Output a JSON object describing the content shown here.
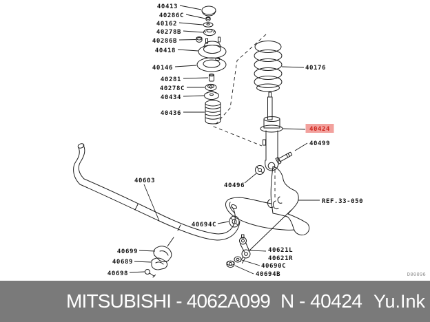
{
  "diagram": {
    "plate_code": "D00096",
    "highlight": {
      "text": "40424",
      "bg": "#f2a19d",
      "color": "#ce241c"
    },
    "ref_note": "REF.33-050",
    "labels": [
      {
        "id": "40413",
        "text": "40413"
      },
      {
        "id": "40286C",
        "text": "40286C"
      },
      {
        "id": "40162",
        "text": "40162"
      },
      {
        "id": "40278B",
        "text": "40278B"
      },
      {
        "id": "40286B",
        "text": "40286B"
      },
      {
        "id": "40418",
        "text": "40418"
      },
      {
        "id": "40146",
        "text": "40146"
      },
      {
        "id": "40281",
        "text": "40281"
      },
      {
        "id": "40278C",
        "text": "40278C"
      },
      {
        "id": "40434",
        "text": "40434"
      },
      {
        "id": "40436",
        "text": "40436"
      },
      {
        "id": "40176",
        "text": "40176"
      },
      {
        "id": "40499",
        "text": "40499"
      },
      {
        "id": "40496",
        "text": "40496"
      },
      {
        "id": "40603",
        "text": "40603"
      },
      {
        "id": "ref-33-050",
        "text": "REF.33-050"
      },
      {
        "id": "40694C",
        "text": "40694C"
      },
      {
        "id": "40699",
        "text": "40699"
      },
      {
        "id": "40689",
        "text": "40689"
      },
      {
        "id": "40698",
        "text": "40698"
      },
      {
        "id": "40621L",
        "text": "40621L"
      },
      {
        "id": "40621R",
        "text": "40621R"
      },
      {
        "id": "40690C",
        "text": "40690C"
      },
      {
        "id": "40694B",
        "text": "40694B"
      }
    ]
  },
  "footer": {
    "left_text": "MITSUBISHI - 4062A099",
    "center_text": "N - 40424",
    "brand": "Yu.Ink",
    "bg": "#7a7a7a",
    "text_color": "#ffffff"
  }
}
